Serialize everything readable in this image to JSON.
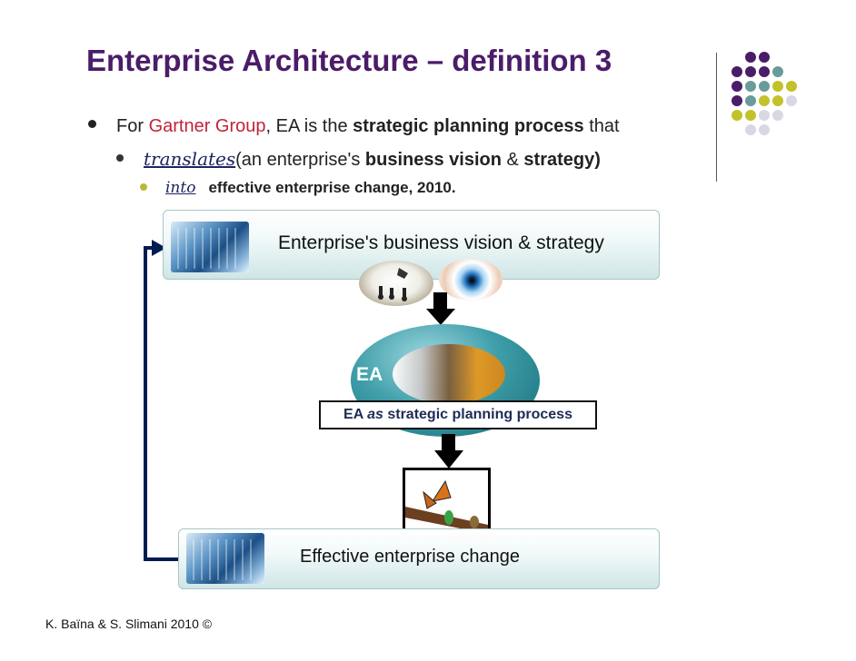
{
  "title": "Enterprise Architecture – definition 3",
  "bullet1": {
    "pre": "For ",
    "gartner": "Gartner Group",
    "mid": ", EA is the ",
    "bold": "strategic planning process",
    "post": " that"
  },
  "bullet2": {
    "keyword": "translates",
    "pre": "(an enterprise's ",
    "bold1": "business vision",
    "amp": " & ",
    "bold2": "strategy)"
  },
  "bullet3": {
    "keyword": "into",
    "bold": "effective enterprise change",
    "post": ", 2010."
  },
  "diagram": {
    "top_panel": "Enterprise's business vision & strategy",
    "ea_label": "EA",
    "ea_box": {
      "pre": "EA ",
      "italic": "as",
      "post": " strategic planning process"
    },
    "bottom_panel": "Effective enterprise change"
  },
  "footer": "K. Baïna & S. Slimani 2010 ©",
  "colors": {
    "title": "#4b1c68",
    "gartner": "#c0243a",
    "dot_purple": "#4b1c68",
    "dot_teal": "#6a9b9b",
    "dot_olive": "#c2c22a",
    "dot_grey": "#d8d8e4",
    "arrow": "#001c50"
  }
}
